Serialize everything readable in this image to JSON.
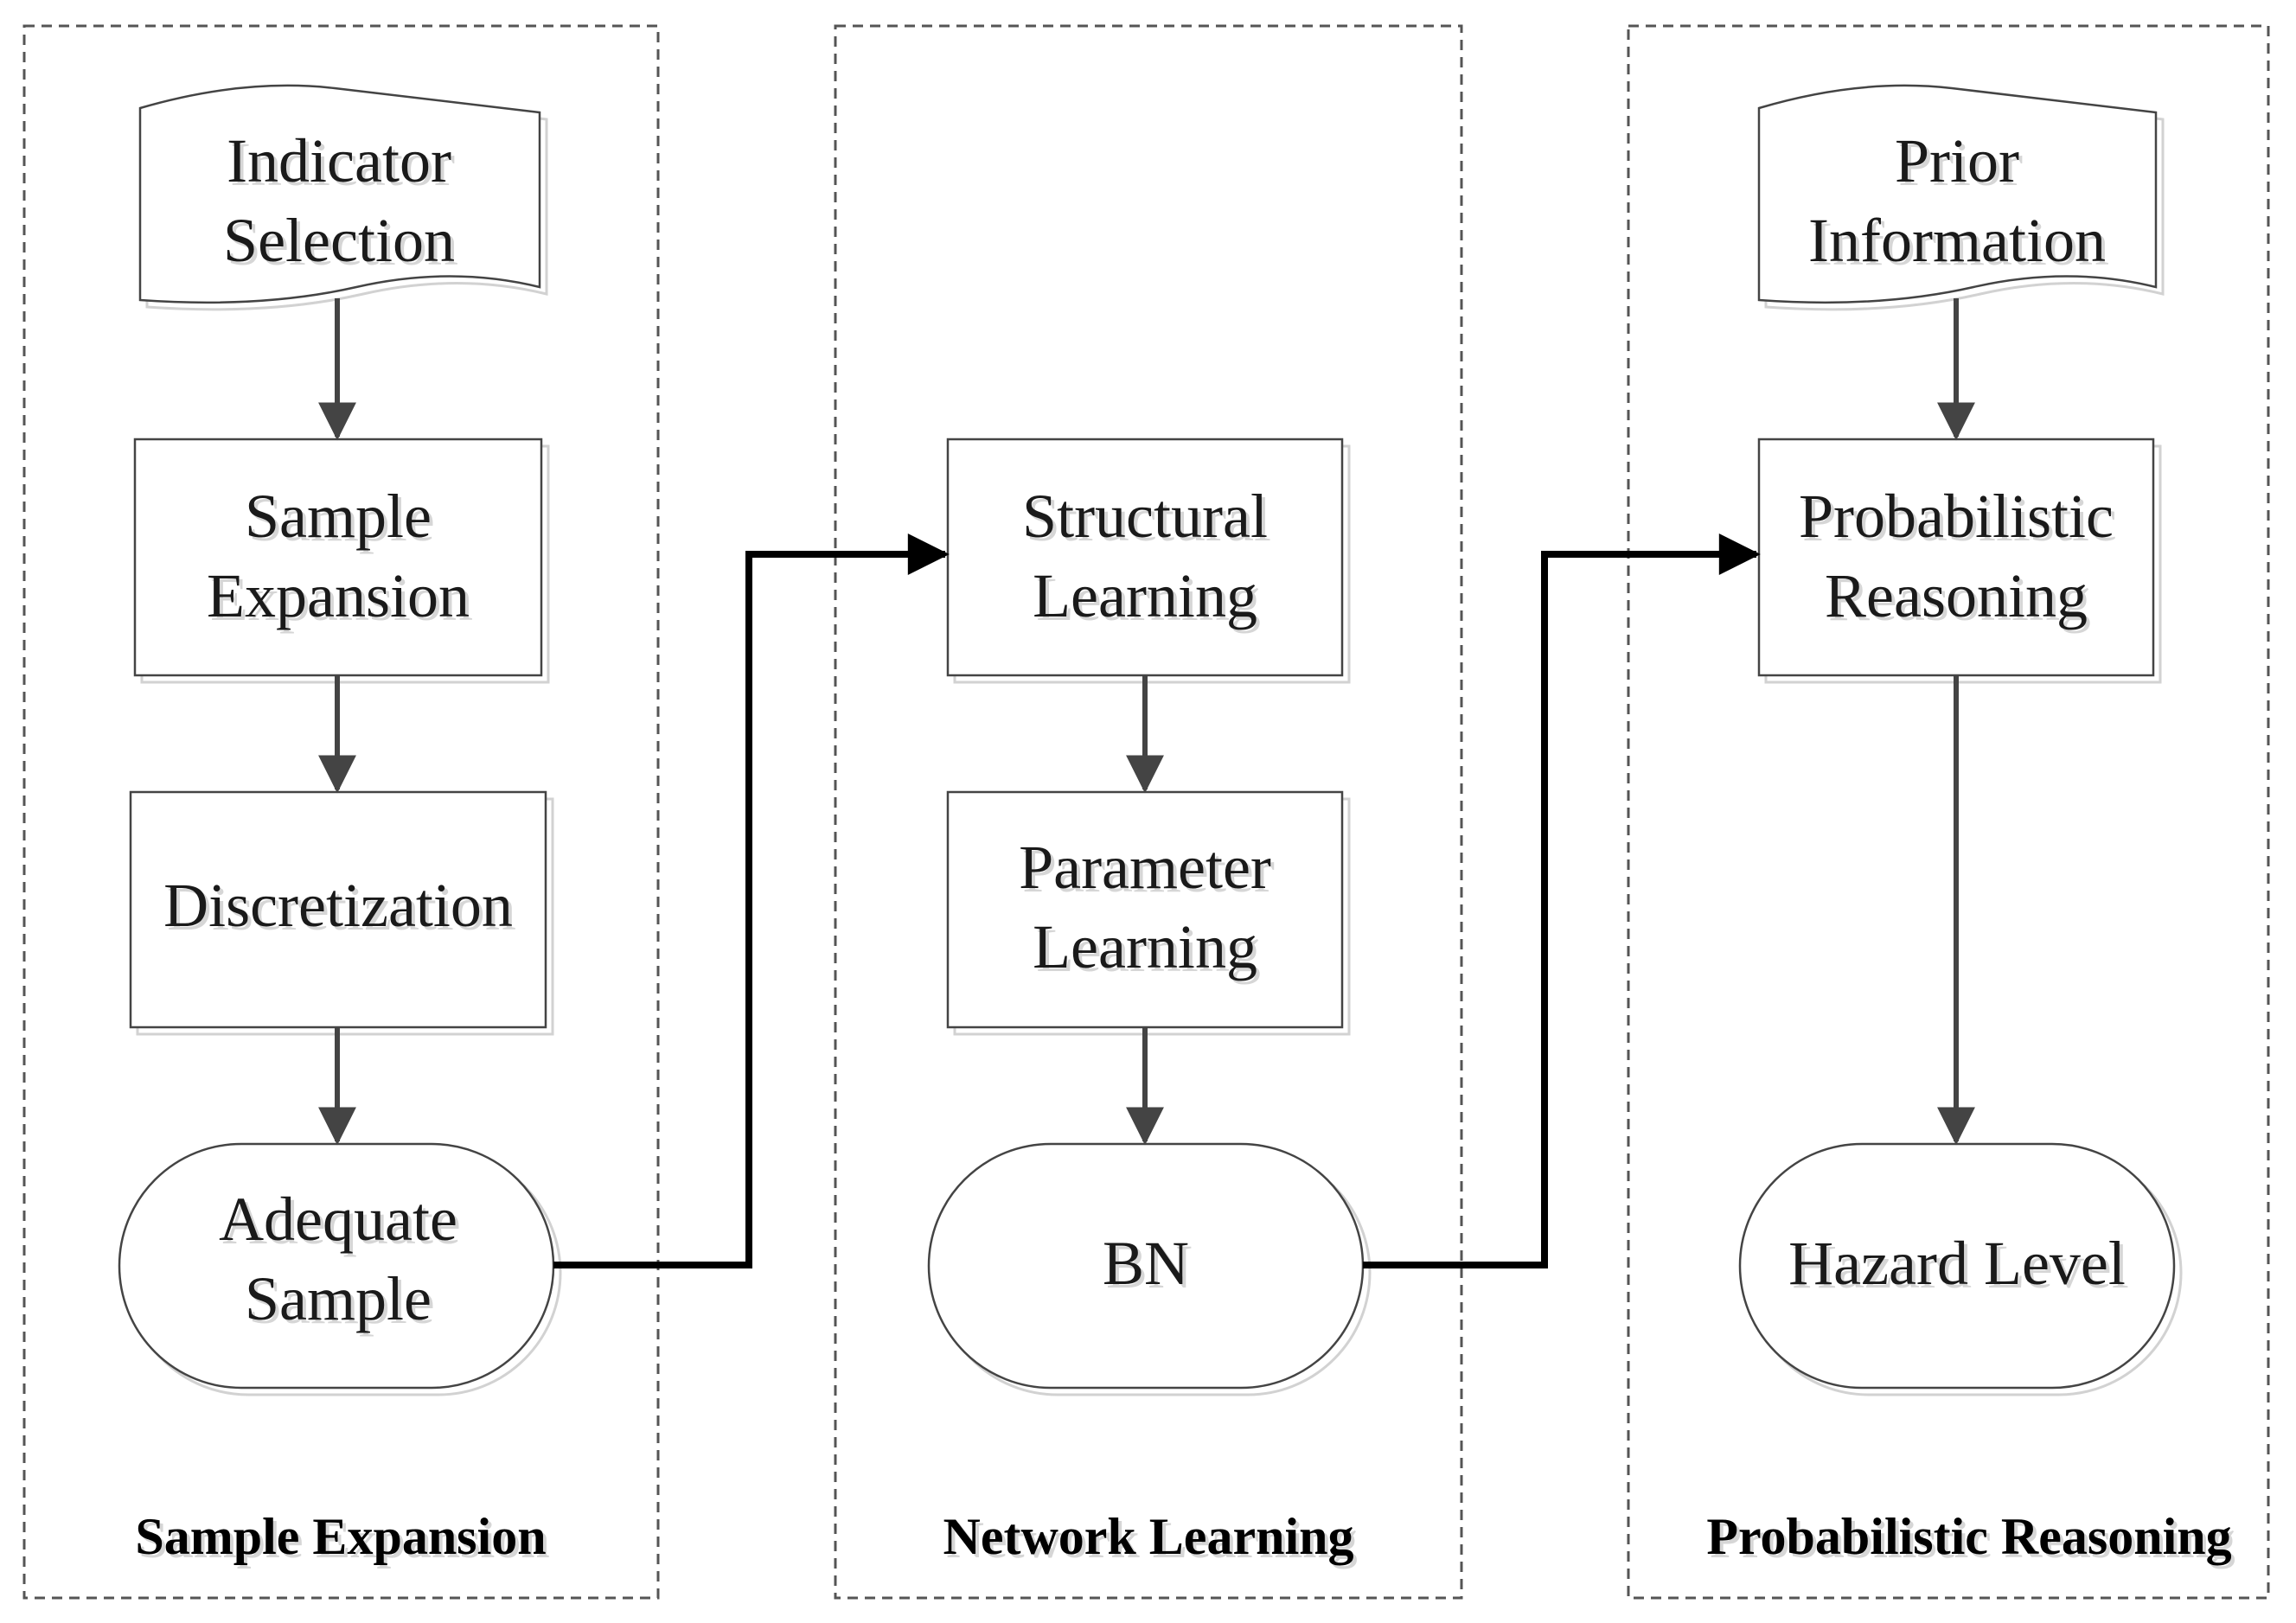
{
  "lanes": {
    "sample_expansion": "Sample Expansion",
    "network_learning": "Network Learning",
    "probabilistic_reasoning": "Probabilistic Reasoning"
  },
  "nodes": {
    "indicator_selection": [
      "Indicator",
      "Selection"
    ],
    "sample_expansion": [
      "Sample",
      "Expansion"
    ],
    "discretization": [
      "Discretization"
    ],
    "adequate_sample": [
      "Adequate",
      "Sample"
    ],
    "structural_learning": [
      "Structural",
      "Learning"
    ],
    "parameter_learning": [
      "Parameter",
      "Learning"
    ],
    "bn": [
      "BN"
    ],
    "prior_information": [
      "Prior",
      "Information"
    ],
    "probabilistic_reasoning": [
      "Probabilistic",
      "Reasoning"
    ],
    "hazard_level": [
      "Hazard Level"
    ]
  },
  "colors": {
    "arrow_intra": "#444444",
    "arrow_cross": "#000000",
    "frame": "#555555"
  }
}
